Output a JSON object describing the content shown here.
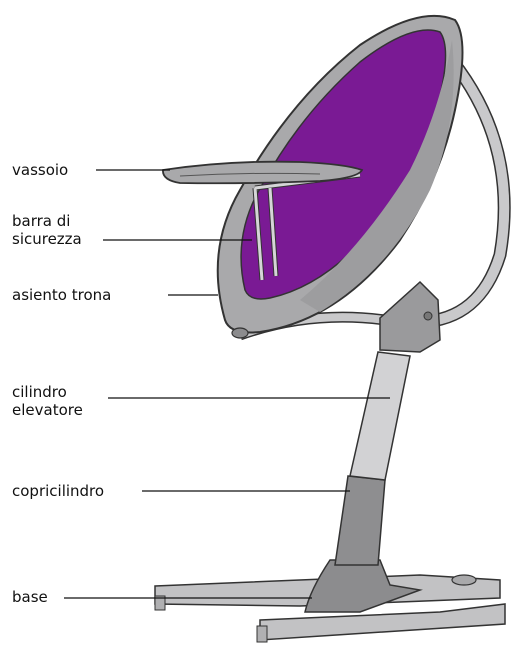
{
  "labels": {
    "vassoio": "vassoio",
    "barra_line1": "barra di",
    "barra_line2": "sicurezza",
    "asiento": "asiento trona",
    "cilindro_line1": "cilindro",
    "cilindro_line2": "elevatore",
    "copricilindro": "copricilindro",
    "base": "base"
  },
  "colors": {
    "frame": "#a9a9ab",
    "frame_dark": "#8c8c8e",
    "frame_light": "#c9c9cb",
    "seat_shell": "#9d9d9f",
    "seat_inner": "#7a1a94",
    "tube": "#d2d2d4",
    "outline": "#333333"
  }
}
